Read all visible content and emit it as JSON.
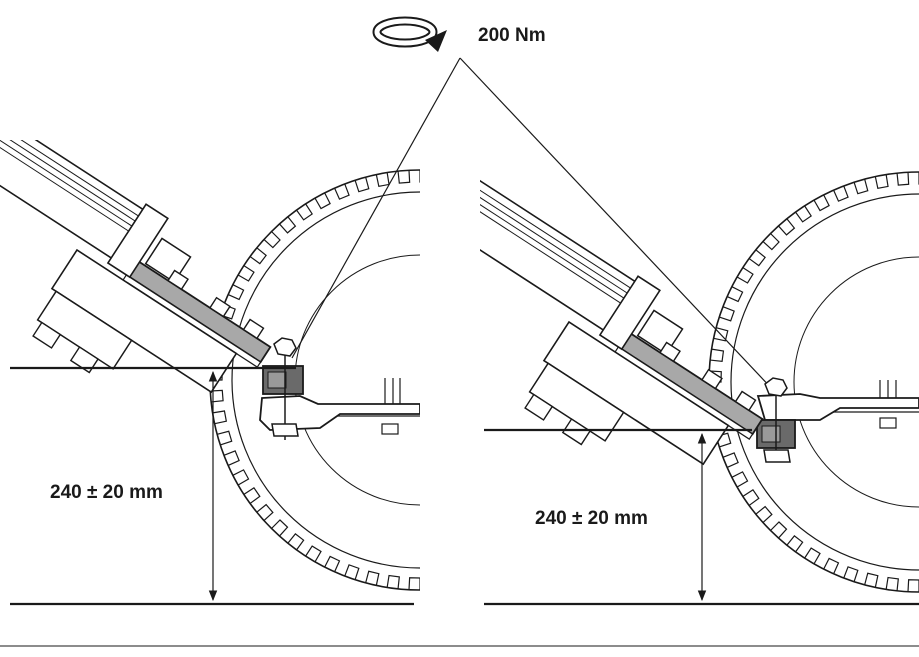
{
  "torque": {
    "label": "200 Nm",
    "icon": "rotation-arrow-icon"
  },
  "views": [
    {
      "name": "left",
      "dimension_label": "240 ± 20 mm"
    },
    {
      "name": "right",
      "dimension_label": "240 ± 20 mm"
    }
  ],
  "colors": {
    "line": "#1a1a1a",
    "plate": "#a8a8a8",
    "clamp": "#6a6a6a",
    "background": "#ffffff"
  }
}
